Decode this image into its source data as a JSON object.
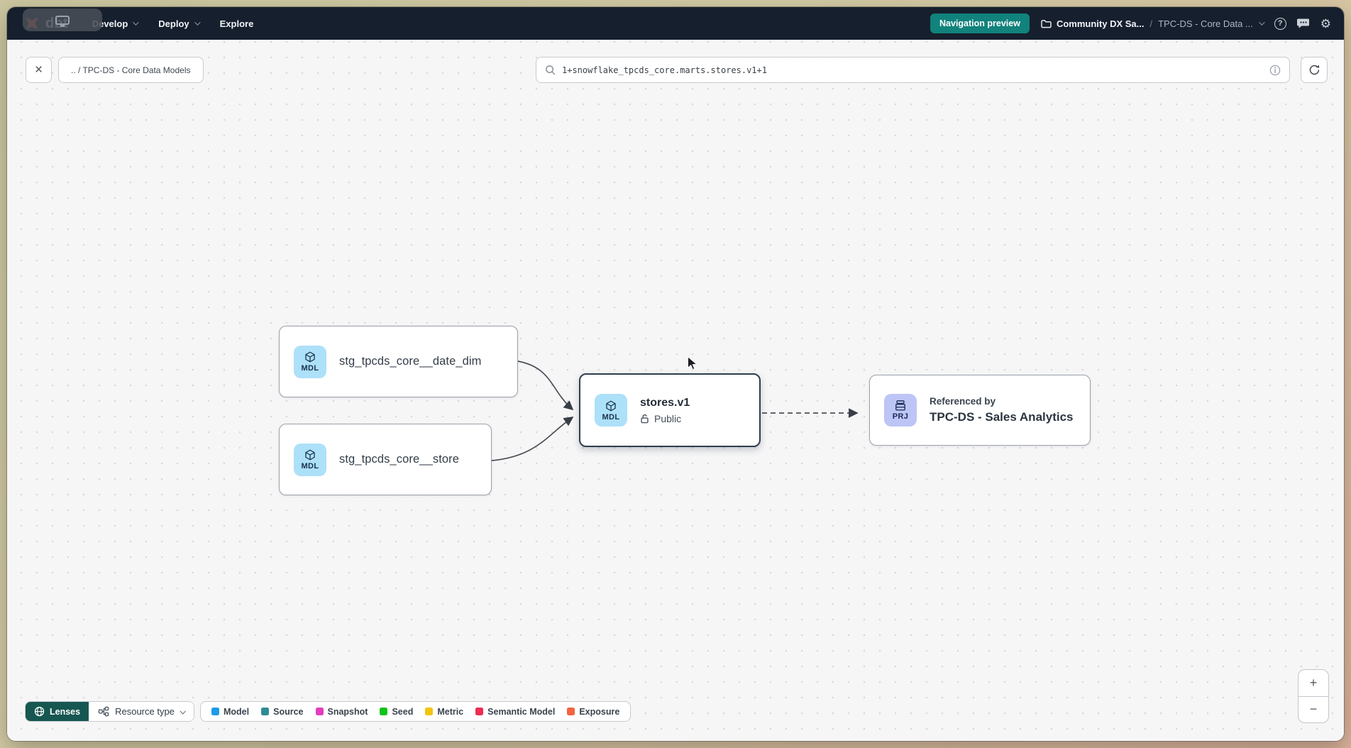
{
  "navbar": {
    "logo_text": "dbt",
    "menus": [
      {
        "label": "Develop"
      },
      {
        "label": "Deploy"
      },
      {
        "label": "Explore"
      }
    ],
    "preview_badge": "Navigation preview",
    "breadcrumb": {
      "project": "Community DX Sa...",
      "separator": "/",
      "current": "TPC-DS - Core Data ..."
    }
  },
  "toolbar": {
    "close_glyph": "×",
    "path_chip": ".. / TPC-DS - Core Data Models",
    "search_value": "1+snowflake_tpcds_core.marts.stores.v1+1"
  },
  "graph": {
    "nodes": [
      {
        "badge": "MDL",
        "label": "stg_tpcds_core__date_dim"
      },
      {
        "badge": "MDL",
        "label": "stg_tpcds_core__store"
      },
      {
        "badge": "MDL",
        "label": "stores.v1",
        "access": "Public"
      },
      {
        "badge": "PRJ",
        "title": "Referenced by",
        "label": "TPC-DS - Sales Analytics"
      }
    ]
  },
  "footer": {
    "lenses_label": "Lenses",
    "resource_type_label": "Resource type",
    "legend": [
      {
        "label": "Model",
        "color": "#1e9be8"
      },
      {
        "label": "Source",
        "color": "#2e8c96"
      },
      {
        "label": "Snapshot",
        "color": "#e23cc0"
      },
      {
        "label": "Seed",
        "color": "#12c31a"
      },
      {
        "label": "Metric",
        "color": "#f2c40d"
      },
      {
        "label": "Semantic Model",
        "color": "#ee2d55"
      },
      {
        "label": "Exposure",
        "color": "#f2643f"
      }
    ]
  },
  "zoom_controls": {
    "zoom_in": "+",
    "zoom_out": "−"
  },
  "colors": {
    "accent_teal": "#12827c",
    "lenses_teal": "#175751",
    "navbar_bg": "#161f2d",
    "dbt_orange": "#ff5a3c",
    "model_badge_bg": "#ade0f9",
    "project_badge_bg": "#bcc5f5",
    "selected_node_border": "#2e3d4e"
  }
}
